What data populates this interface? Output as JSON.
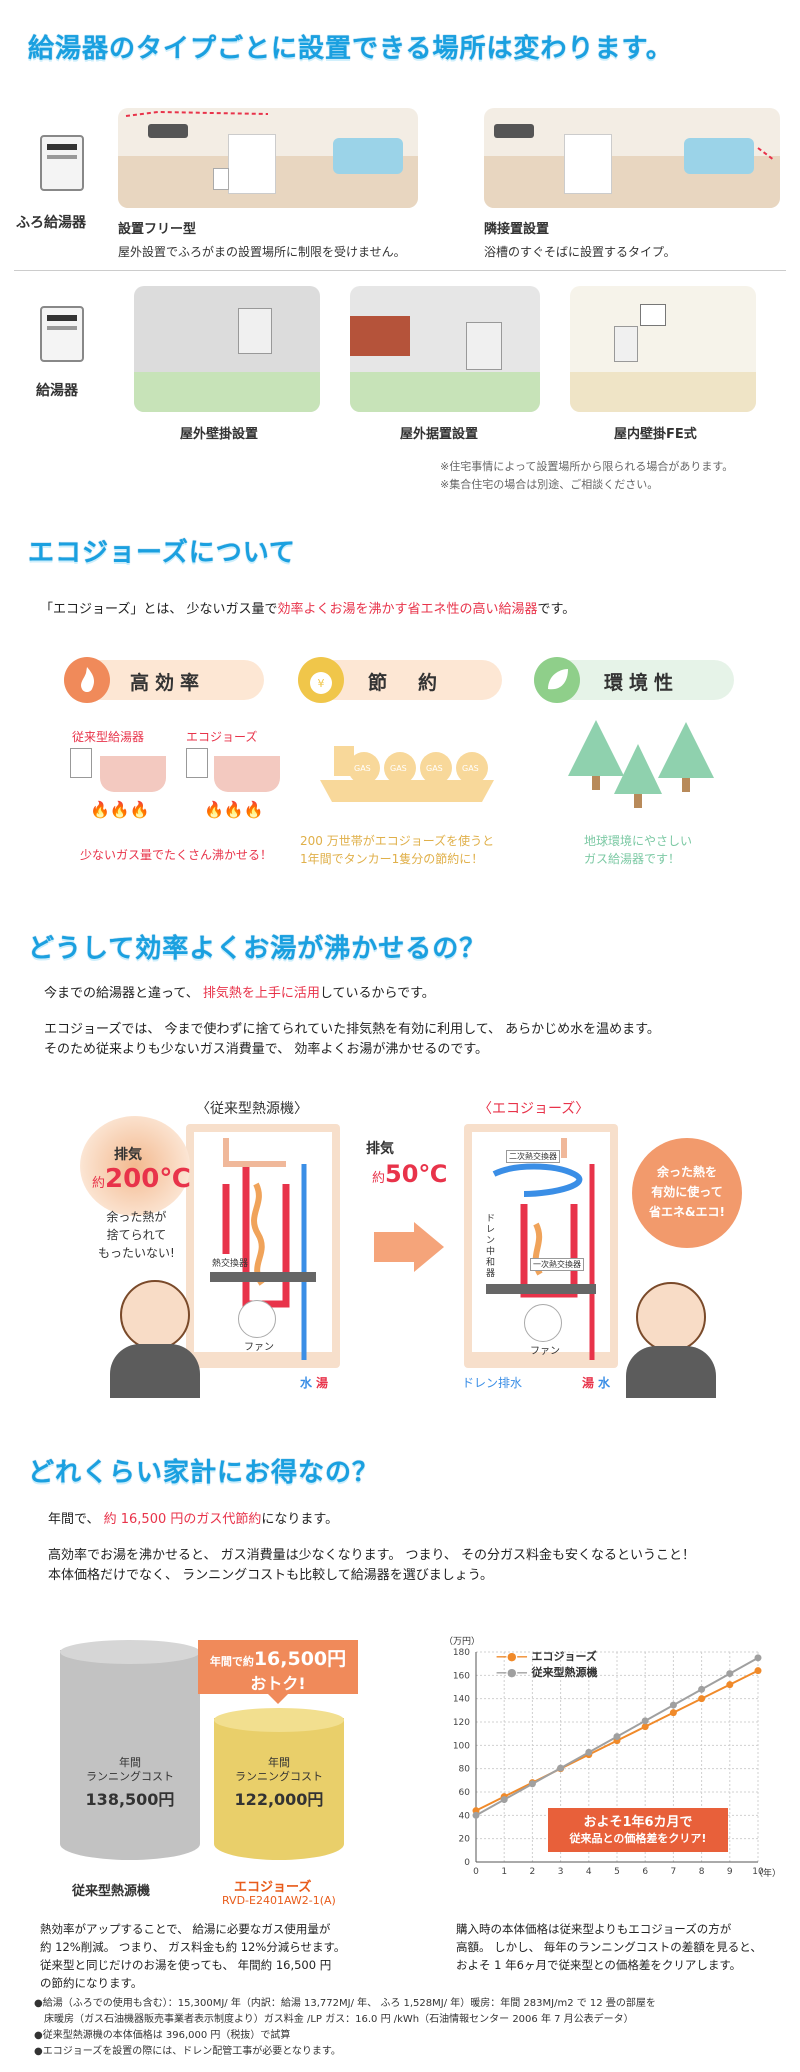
{
  "section1": {
    "title": "給湯器のタイプごとに設置できる場所は変わります。",
    "furo_label": "ふろ給湯器",
    "kyuto_label": "給湯器",
    "type1_title": "設置フリー型",
    "type1_desc": "屋外設置でふろがまの設置場所に制限を受けません。",
    "type2_title": "隣接置設置",
    "type2_desc": "浴槽のすぐそばに設置するタイプ。",
    "install1": "屋外壁掛設置",
    "install2": "屋外据置設置",
    "install3": "屋内壁掛FE式",
    "note1": "※住宅事情によって設置場所から限られる場合があります。",
    "note2": "※集合住宅の場合は別途、ご相談ください。"
  },
  "section2": {
    "title": "エコジョーズについて",
    "intro_pre": "「エコジョーズ」とは、 少ないガス量で",
    "intro_red": "効率よくお湯を沸かす省エネ性の高い給湯器",
    "intro_post": "です。",
    "f1_label": "高効率",
    "f2_label": "節　約",
    "f3_label": "環境性",
    "f1_conv": "従来型給湯器",
    "f1_eco": "エコジョーズ",
    "f1_caption": "少ないガス量でたくさん沸かせる！",
    "f2_caption1": "200 万世帯がエコジョーズを使うと",
    "f2_caption2": "1年間でタンカー1隻分の節約に！",
    "f2_gas": "GAS",
    "f3_caption1": "地球環境にやさしい",
    "f3_caption2": "ガス給湯器です！"
  },
  "section3": {
    "title": "どうして効率よくお湯が沸かせるの？",
    "line1_pre": "今までの給湯器と違って、 ",
    "line1_red": "排気熱を上手に活用",
    "line1_post": "しているからです。",
    "line2": "エコジョーズでは、 今まで使わずに捨てられていた排気熱を有効に利用して、 あらかじめ水を温めます。",
    "line3": "そのため従来よりも少ないガス消費量で、 効率よくお湯が沸かせるのです。",
    "conv_title": "〈従来型熱源機〉",
    "eco_title": "〈エコジョーズ〉",
    "exhaust": "排気",
    "approx": "約",
    "temp_conv": "200℃",
    "temp_eco": "50℃",
    "waste_msg1": "余った熱が",
    "waste_msg2": "捨てられて",
    "waste_msg3": "もったいない!",
    "good_msg1": "余った熱を",
    "good_msg2": "有効に使って",
    "good_msg3": "省エネ&エコ!",
    "heat_exchanger": "熱交換器",
    "secondary_hx": "二次熱交換器",
    "primary_hx": "一次熱交換器",
    "drain_neutralizer": "ドレン中和器",
    "fan": "ファン",
    "water": "水",
    "hot_water": "湯",
    "drain": "ドレン排水"
  },
  "section4": {
    "title": "どれくらい家計にお得なの？",
    "line1_pre": "年間で、 ",
    "line1_red": "約 16,500 円のガス代節約",
    "line1_post": "になります。",
    "line2": "高効率でお湯を沸かせると、 ガス消費量は少なくなります。 つまり、 その分ガス料金も安くなるということ！",
    "line3": "本体価格だけでなく、 ランニングコストも比較して給湯器を選びましょう。",
    "badge_line1_pre": "年間で約",
    "badge_value": "16,500円",
    "badge_line2": "おトク!",
    "cost_label1": "年間",
    "cost_label2": "ランニングコスト",
    "conv_cost": "138,500円",
    "eco_cost": "122,000円",
    "conv_name": "従来型熱源機",
    "eco_name": "エコジョーズ",
    "eco_model": "RVD-E2401AW2-1(A)",
    "left_desc1": "熱効率がアップすることで、 給湯に必要なガス使用量が",
    "left_desc2": "約 12%削減。 つまり、 ガス料金も約 12%分減らせます。",
    "left_desc3": "従来型と同じだけのお湯を使っても、 年間約 16,500 円",
    "left_desc4": "の節約になります。",
    "right_desc1": "購入時の本体価格は従来型よりもエコジョーズの方が",
    "right_desc2": "高額。 しかし、 毎年のランニングコストの差額を見ると、",
    "right_desc3": "およそ 1 年6ヶ月で従来型との価格差をクリアします。",
    "chart_callout1": "およそ1年6カ月で",
    "chart_callout2": "従来品との価格差をクリア!",
    "foot1": "●給湯（ふろでの使用も含む）：15,300MJ/ 年（内訳：給湯 13,772MJ/ 年、 ふろ 1,528MJ/ 年）暖房：年間 283MJ/m2 で 12 畳の部屋を",
    "foot2": "　床暖房（ガス石油機器販売事業者表示制度より）ガス料金 /LP ガス：16.0 円 /kWh（石油情報センター 2006 年 7 月公表データ）",
    "foot3": "●従来型熱源機の本体価格は 396,000 円（税抜）で試算",
    "foot4": "●エコジョーズを設置の際には、ドレン配管工事が必要となります。"
  },
  "chart_data": {
    "type": "line",
    "ylabel": "（万円）",
    "xlabel": "（年）",
    "x": [
      0,
      1,
      2,
      3,
      4,
      5,
      6,
      7,
      8,
      9,
      10
    ],
    "xlim": [
      0,
      10
    ],
    "ylim": [
      0,
      180
    ],
    "yticks": [
      0,
      20,
      40,
      60,
      80,
      100,
      120,
      140,
      160,
      180
    ],
    "xticks": [
      0,
      1,
      2,
      3,
      4,
      5,
      6,
      7,
      8,
      9,
      10
    ],
    "series": [
      {
        "name": "エコジョーズ",
        "color": "#f08a2a",
        "values": [
          44,
          56,
          68,
          80,
          92,
          104,
          116,
          128,
          140,
          152,
          164
        ]
      },
      {
        "name": "従来型熱源機",
        "color": "#a0a0a0",
        "values": [
          40,
          53.5,
          67,
          80.5,
          94,
          107.5,
          121,
          134.5,
          148,
          161.5,
          175
        ]
      }
    ]
  },
  "colors": {
    "accent_blue": "#1aa0e0",
    "orange": "#f08a2a",
    "red": "#e8334a"
  }
}
